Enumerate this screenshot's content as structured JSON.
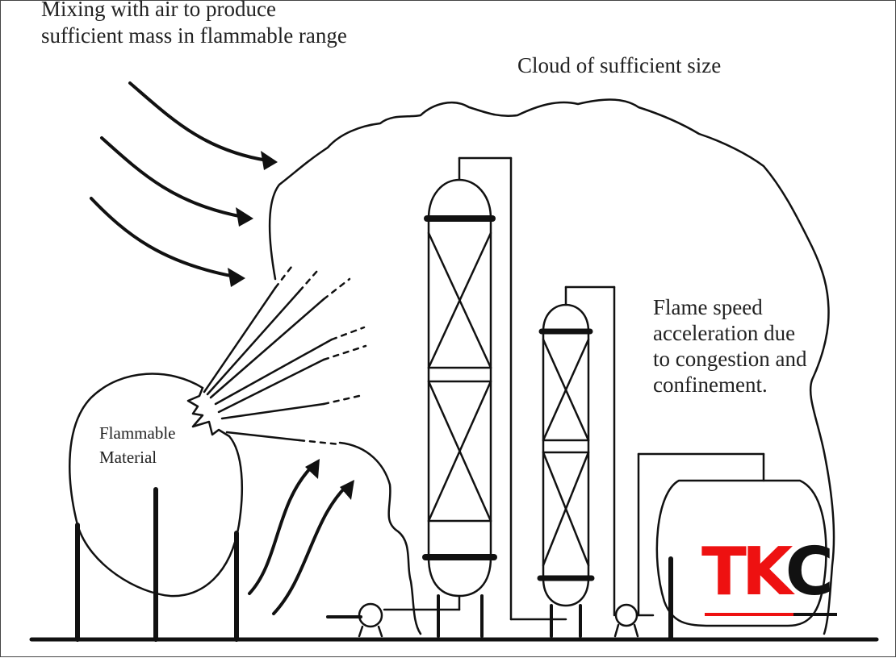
{
  "labels": {
    "mixing_line1": "Mixing with air to produce",
    "mixing_line2": "sufficient mass in flammable range",
    "cloud": "Cloud of sufficient size",
    "flame_line1": "Flame speed",
    "flame_line2": "acceleration due",
    "flame_line3": "to congestion and",
    "flame_line4": "confinement.",
    "material_line1": "Flammable",
    "material_line2": "Material"
  },
  "logo": {
    "part1": "TK",
    "part2": "C",
    "color_primary": "#ee1111",
    "color_secondary": "#111111"
  },
  "icons": [
    "air-flow-arrow",
    "gas-release-burst",
    "distillation-column",
    "pump-icon",
    "storage-tank"
  ],
  "colors": {
    "line": "#111111",
    "background": "#ffffff"
  }
}
